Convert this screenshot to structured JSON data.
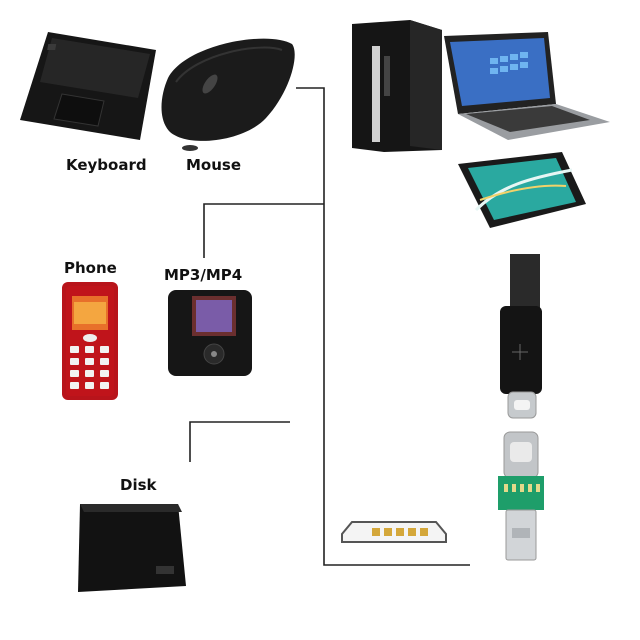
{
  "labels": {
    "keyboard": "Keyboard",
    "mouse": "Mouse",
    "phone": "Phone",
    "mp3": "MP3/MP4",
    "disk": "Disk"
  },
  "icons": [
    "keyboard-icon",
    "mouse-icon",
    "desktop-tower-icon",
    "laptop-icon",
    "tablet-icon",
    "phone-icon",
    "mp3-player-icon",
    "usb-c-cable-icon",
    "usb-c-otg-adapter-icon",
    "micro-usb-port-icon",
    "hard-disk-icon"
  ],
  "colors": {
    "line": "#222222",
    "device_body": "#1a1a1a",
    "phone_red": "#c0141b",
    "adapter_pcb": "#1e9e6a",
    "metal": "#bfc3c7"
  }
}
